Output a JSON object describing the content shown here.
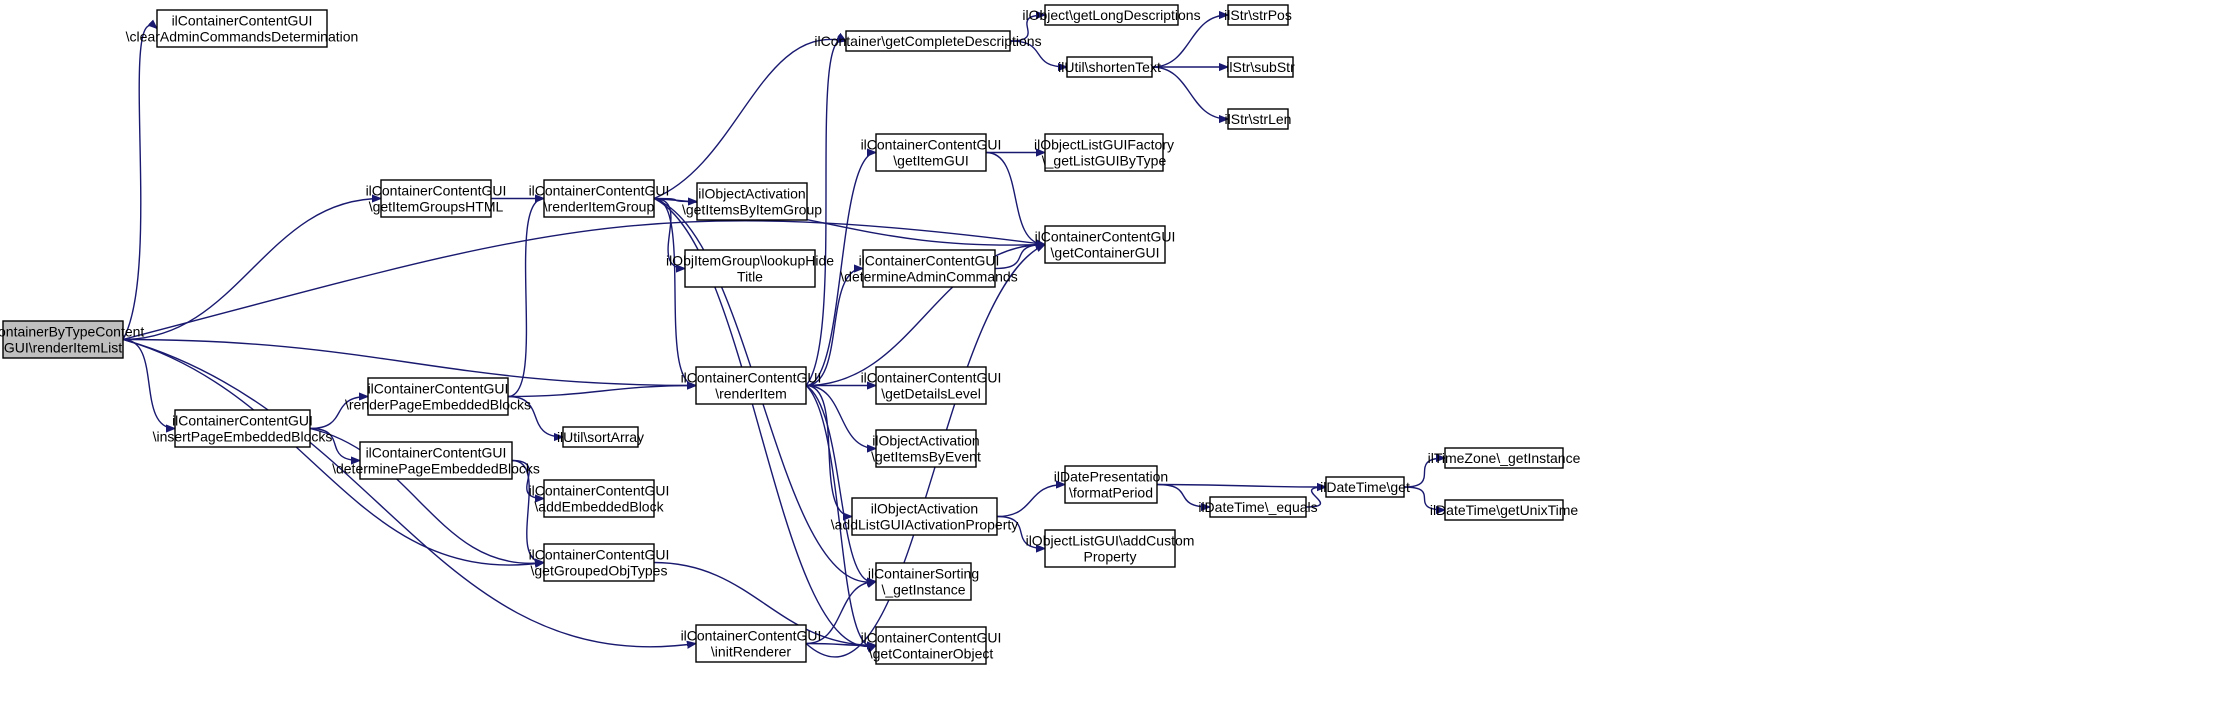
{
  "diagram": {
    "type": "call-graph",
    "edge_color": "#191970",
    "root_fill": "#bfbfbf",
    "nodes": [
      {
        "id": "root",
        "lines": [
          "ilContainerByTypeContent",
          "GUI\\renderItemList"
        ],
        "root": true
      },
      {
        "id": "clear",
        "lines": [
          "ilContainerContentGUI",
          "\\clearAdminCommandsDetermination"
        ]
      },
      {
        "id": "groupsHTML",
        "lines": [
          "ilContainerContentGUI",
          "\\getItemGroupsHTML"
        ]
      },
      {
        "id": "insertPage",
        "lines": [
          "ilContainerContentGUI",
          "\\insertPageEmbeddedBlocks"
        ]
      },
      {
        "id": "renderPage",
        "lines": [
          "ilContainerContentGUI",
          "\\renderPageEmbeddedBlocks"
        ]
      },
      {
        "id": "determinePage",
        "lines": [
          "ilContainerContentGUI",
          "\\determinePageEmbeddedBlocks"
        ]
      },
      {
        "id": "renderGroup",
        "lines": [
          "ilContainerContentGUI",
          "\\renderItemGroup"
        ]
      },
      {
        "id": "sortArray",
        "lines": [
          "ilUtil\\sortArray"
        ]
      },
      {
        "id": "addEmbedded",
        "lines": [
          "ilContainerContentGUI",
          "\\addEmbeddedBlock"
        ]
      },
      {
        "id": "groupedTypes",
        "lines": [
          "ilContainerContentGUI",
          "\\getGroupedObjTypes"
        ]
      },
      {
        "id": "initRenderer",
        "lines": [
          "ilContainerContentGUI",
          "\\initRenderer"
        ]
      },
      {
        "id": "itemsByGroup",
        "lines": [
          "ilObjectActivation",
          "\\getItemsByItemGroup"
        ]
      },
      {
        "id": "lookupHide",
        "lines": [
          "ilObjItemGroup\\lookupHide",
          "Title"
        ]
      },
      {
        "id": "renderItem",
        "lines": [
          "ilContainerContentGUI",
          "\\renderItem"
        ]
      },
      {
        "id": "completeDesc",
        "lines": [
          "ilContainer\\getCompleteDescriptions"
        ]
      },
      {
        "id": "getItemGUI",
        "lines": [
          "ilContainerContentGUI",
          "\\getItemGUI"
        ]
      },
      {
        "id": "determineAdmin",
        "lines": [
          "ilContainerContentGUI",
          "\\determineAdminCommands"
        ]
      },
      {
        "id": "detailsLevel",
        "lines": [
          "ilContainerContentGUI",
          "\\getDetailsLevel"
        ]
      },
      {
        "id": "itemsByEvent",
        "lines": [
          "ilObjectActivation",
          "\\getItemsByEvent"
        ]
      },
      {
        "id": "addListGUI",
        "lines": [
          "ilObjectActivation",
          "\\addListGUIActivationProperty"
        ]
      },
      {
        "id": "sortingInst",
        "lines": [
          "ilContainerSorting",
          "\\_getInstance"
        ]
      },
      {
        "id": "containerObj",
        "lines": [
          "ilContainerContentGUI",
          "\\getContainerObject"
        ]
      },
      {
        "id": "longDesc",
        "lines": [
          "ilObject\\getLongDescriptions"
        ]
      },
      {
        "id": "shortenText",
        "lines": [
          "ilUtil\\shortenText"
        ]
      },
      {
        "id": "listFactory",
        "lines": [
          "ilObjectListGUIFactory",
          "\\_getListGUIByType"
        ]
      },
      {
        "id": "containerGUI",
        "lines": [
          "ilContainerContentGUI",
          "\\getContainerGUI"
        ]
      },
      {
        "id": "formatPeriod",
        "lines": [
          "ilDatePresentation",
          "\\formatPeriod"
        ]
      },
      {
        "id": "addCustom",
        "lines": [
          "ilObjectListGUI\\addCustom",
          "Property"
        ]
      },
      {
        "id": "strPos",
        "lines": [
          "ilStr\\strPos"
        ]
      },
      {
        "id": "subStr",
        "lines": [
          "ilStr\\subStr"
        ]
      },
      {
        "id": "strLen",
        "lines": [
          "ilStr\\strLen"
        ]
      },
      {
        "id": "dateEquals",
        "lines": [
          "ilDateTime\\_equals"
        ]
      },
      {
        "id": "dateGet",
        "lines": [
          "ilDateTime\\get"
        ]
      },
      {
        "id": "tzInst",
        "lines": [
          "ilTimeZone\\_getInstance"
        ]
      },
      {
        "id": "unixTime",
        "lines": [
          "ilDateTime\\getUnixTime"
        ]
      }
    ],
    "edges": [
      [
        "root",
        "clear"
      ],
      [
        "root",
        "containerGUI"
      ],
      [
        "root",
        "groupsHTML"
      ],
      [
        "root",
        "renderItem"
      ],
      [
        "root",
        "insertPage"
      ],
      [
        "root",
        "groupedTypes"
      ],
      [
        "root",
        "initRenderer"
      ],
      [
        "groupsHTML",
        "renderGroup"
      ],
      [
        "renderGroup",
        "completeDesc"
      ],
      [
        "renderGroup",
        "itemsByGroup"
      ],
      [
        "renderGroup",
        "lookupHide"
      ],
      [
        "renderGroup",
        "containerGUI"
      ],
      [
        "renderGroup",
        "renderItem"
      ],
      [
        "renderGroup",
        "sortingInst"
      ],
      [
        "renderGroup",
        "containerObj"
      ],
      [
        "insertPage",
        "renderPage"
      ],
      [
        "insertPage",
        "determinePage"
      ],
      [
        "insertPage",
        "groupedTypes"
      ],
      [
        "renderPage",
        "renderGroup"
      ],
      [
        "renderPage",
        "renderItem"
      ],
      [
        "renderPage",
        "sortArray"
      ],
      [
        "determinePage",
        "addEmbedded"
      ],
      [
        "determinePage",
        "groupedTypes"
      ],
      [
        "groupedTypes",
        "containerObj"
      ],
      [
        "initRenderer",
        "sortingInst"
      ],
      [
        "initRenderer",
        "containerObj"
      ],
      [
        "initRenderer",
        "containerGUI"
      ],
      [
        "renderItem",
        "completeDesc"
      ],
      [
        "renderItem",
        "getItemGUI"
      ],
      [
        "renderItem",
        "containerGUI"
      ],
      [
        "renderItem",
        "determineAdmin"
      ],
      [
        "renderItem",
        "detailsLevel"
      ],
      [
        "renderItem",
        "itemsByEvent"
      ],
      [
        "renderItem",
        "addListGUI"
      ],
      [
        "renderItem",
        "sortingInst"
      ],
      [
        "renderItem",
        "containerObj"
      ],
      [
        "getItemGUI",
        "listFactory"
      ],
      [
        "getItemGUI",
        "containerGUI"
      ],
      [
        "determineAdmin",
        "containerGUI"
      ],
      [
        "completeDesc",
        "longDesc"
      ],
      [
        "completeDesc",
        "shortenText"
      ],
      [
        "shortenText",
        "strPos"
      ],
      [
        "shortenText",
        "subStr"
      ],
      [
        "shortenText",
        "strLen"
      ],
      [
        "addListGUI",
        "formatPeriod"
      ],
      [
        "addListGUI",
        "addCustom"
      ],
      [
        "formatPeriod",
        "dateGet"
      ],
      [
        "formatPeriod",
        "dateEquals"
      ],
      [
        "dateEquals",
        "dateGet"
      ],
      [
        "dateGet",
        "tzInst"
      ],
      [
        "dateGet",
        "unixTime"
      ]
    ]
  }
}
